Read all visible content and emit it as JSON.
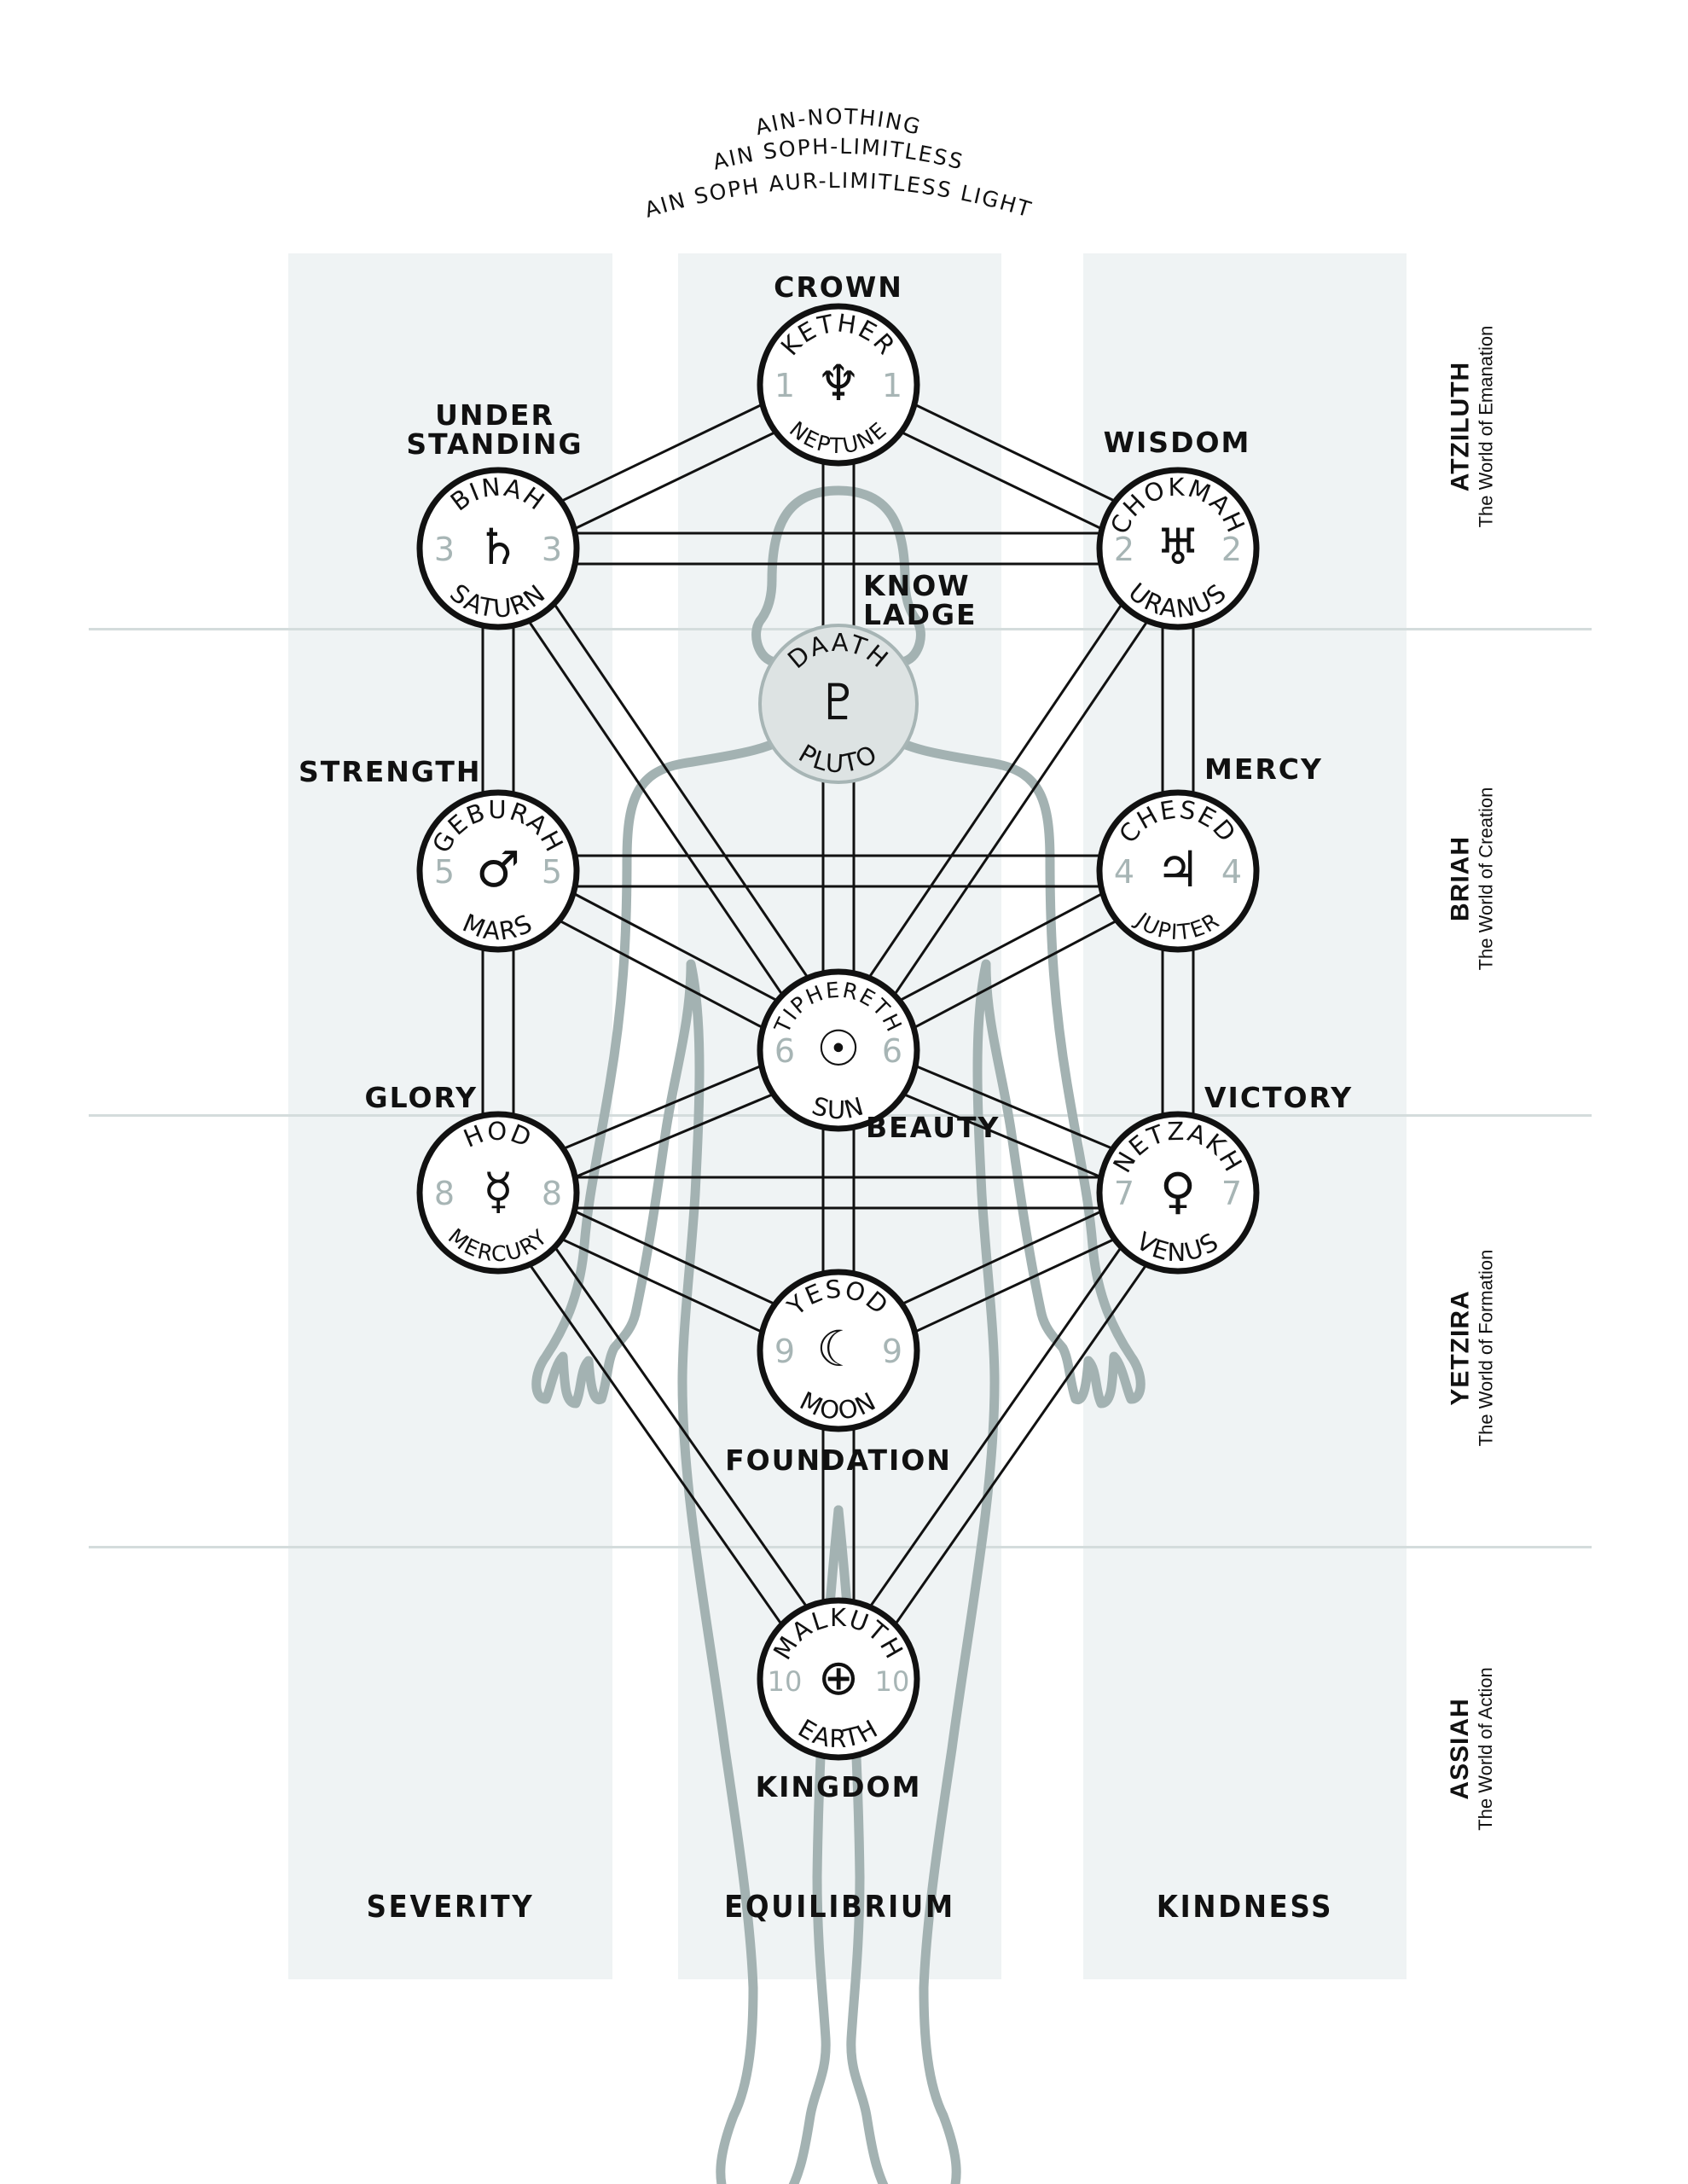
{
  "ain": {
    "line1": "AIN-NOTHING",
    "line2": "AIN SOPH-LIMITLESS",
    "line3": "AIN SOPH AUR-LIMITLESS LIGHT"
  },
  "pillars": [
    {
      "label": "SEVERITY"
    },
    {
      "label": "EQUILIBRIUM"
    },
    {
      "label": "KINDNESS"
    }
  ],
  "worlds": [
    {
      "name": "ATZILUTH",
      "subtitle": "The World of Emanation"
    },
    {
      "name": "BRIAH",
      "subtitle": "The World of Creation"
    },
    {
      "name": "YETZIRA",
      "subtitle": "The World of Formation"
    },
    {
      "name": "ASSIAH",
      "subtitle": "The World of Action"
    }
  ],
  "sephirot": [
    {
      "id": "kether",
      "name": "KETHER",
      "planet": "NEPTUNE",
      "number": "1",
      "symbol": "♆",
      "attribute": "CROWN"
    },
    {
      "id": "chokmah",
      "name": "CHOKMAH",
      "planet": "URANUS",
      "number": "2",
      "symbol": "♅",
      "attribute": "WISDOM"
    },
    {
      "id": "binah",
      "name": "BINAH",
      "planet": "SATURN",
      "number": "3",
      "symbol": "♄",
      "attribute_line1": "UNDER",
      "attribute_line2": "STANDING"
    },
    {
      "id": "daath",
      "name": "DAATH",
      "planet": "PLUTO",
      "number": "",
      "symbol": "♇",
      "attribute_line1": "KNOW",
      "attribute_line2": "LADGE"
    },
    {
      "id": "chesed",
      "name": "CHESED",
      "planet": "JUPITER",
      "number": "4",
      "symbol": "♃",
      "attribute": "MERCY"
    },
    {
      "id": "geburah",
      "name": "GEBURAH",
      "planet": "MARS",
      "number": "5",
      "symbol": "♂",
      "attribute": "STRENGTH"
    },
    {
      "id": "tiphereth",
      "name": "TIPHERETH",
      "planet": "SUN",
      "number": "6",
      "symbol": "☉",
      "attribute": "BEAUTY"
    },
    {
      "id": "netzakh",
      "name": "NETZAKH",
      "planet": "VENUS",
      "number": "7",
      "symbol": "♀",
      "attribute": "VICTORY"
    },
    {
      "id": "hod",
      "name": "HOD",
      "planet": "MERCURY",
      "number": "8",
      "symbol": "☿",
      "attribute": "GLORY"
    },
    {
      "id": "yesod",
      "name": "YESOD",
      "planet": "MOON",
      "number": "9",
      "symbol": "☾",
      "attribute": "FOUNDATION"
    },
    {
      "id": "malkuth",
      "name": "MALKUTH",
      "planet": "EARTH",
      "number": "10",
      "symbol": "⊕",
      "attribute": "KINGDOM"
    }
  ],
  "colors": {
    "ink": "#111111",
    "number": "#a7b5b5",
    "figure": "#a3b2b2",
    "pillar": "#eff3f4",
    "daath_fill": "#dde3e3",
    "divider": "#d4dcdc"
  }
}
